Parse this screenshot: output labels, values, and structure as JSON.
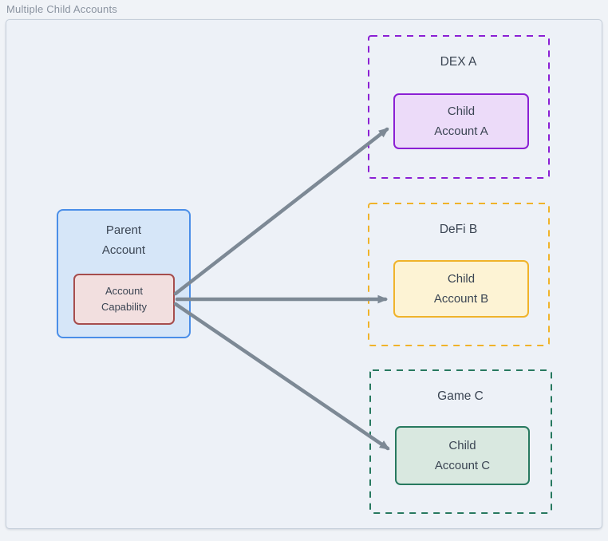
{
  "title": "Multiple Child Accounts",
  "parent": {
    "lines": [
      "Parent",
      "Account"
    ],
    "capability": {
      "lines": [
        "Account",
        "Capability"
      ]
    }
  },
  "groups": [
    {
      "name": "DEX A",
      "child": {
        "lines": [
          "Child",
          "Account A"
        ]
      }
    },
    {
      "name": "DeFi B",
      "child": {
        "lines": [
          "Child",
          "Account B"
        ]
      }
    },
    {
      "name": "Game C",
      "child": {
        "lines": [
          "Child",
          "Account C"
        ]
      }
    }
  ],
  "colors": {
    "page_bg": "#f0f3f7",
    "panel_bg": "#edf1f7",
    "panel_border": "#c6cfda",
    "title_text": "#8a93a0",
    "node_text": "#3b4553",
    "arrow": "#7d8995",
    "parent_fill": "#d6e6f8",
    "parent_border": "#4a8ee8",
    "capability_fill": "#f2dfdf",
    "capability_border": "#a64d4d",
    "dex_a_accent": "#8b1fd4",
    "dex_a_fill": "#ecdbf9",
    "defi_b_accent": "#f0b32a",
    "defi_b_fill": "#fdf3d4",
    "game_c_accent": "#27795f",
    "game_c_fill": "#d9e8e0"
  }
}
